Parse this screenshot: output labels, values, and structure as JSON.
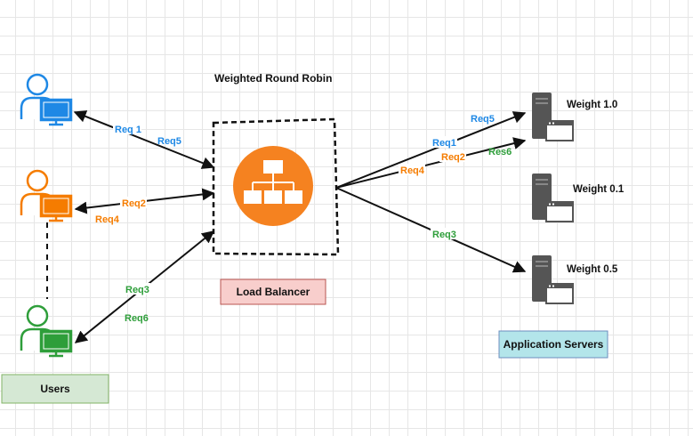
{
  "title": "Weighted Round Robin",
  "boxes": {
    "users": "Users",
    "load_balancer": "Load Balancer",
    "app_servers": "Application Servers"
  },
  "servers": [
    {
      "weight_label": "Weight 1.0"
    },
    {
      "weight_label": "Weight 0.1"
    },
    {
      "weight_label": "Weight 0.5"
    }
  ],
  "edge_labels": {
    "user1_req": "Req 1",
    "user1_res": "Req5",
    "user2_req": "Req2",
    "user2_res": "Req4",
    "user3_req": "Req3",
    "user3_res": "Req6",
    "server1_req5": "Req5",
    "server1_req1": "Req1",
    "server1_req2": "Req2",
    "server1_req4": "Req4",
    "server1_res6": "Res6",
    "server3_req3": "Req3"
  },
  "colors": {
    "user_blue": "#1e88e5",
    "user_orange": "#f57c00",
    "user_green": "#2e9e3a",
    "lb_orange": "#f58220",
    "users_box_fill": "#d5e8d4",
    "users_box_stroke": "#82b366",
    "lb_box_fill": "#f8cecc",
    "lb_box_stroke": "#b85450",
    "app_box_fill": "#b3e5ea",
    "app_box_stroke": "#6c8ebf",
    "label_blue": "#1e88e5",
    "label_orange": "#f57c00",
    "label_green": "#2e9e3a",
    "server_gray": "#555555"
  },
  "icons": [
    "user-workstation-icon",
    "load-balancer-icon",
    "server-icon"
  ]
}
